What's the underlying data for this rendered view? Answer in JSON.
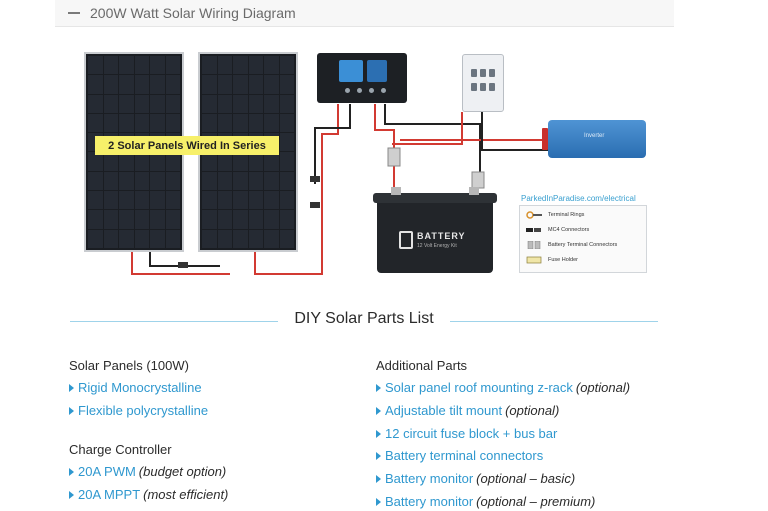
{
  "accordion": {
    "title": "200W Watt Solar Wiring Diagram"
  },
  "diagram": {
    "panel_caption": "2 Solar Panels Wired In Series",
    "battery_label": "BATTERY",
    "battery_sub": "12 Volt Energy Kit",
    "inverter_label": "Inverter",
    "site_url": "ParkedInParadise.com/electrical",
    "legend": [
      {
        "label": "Terminal Rings",
        "icon": "terminal-ring-icon"
      },
      {
        "label": "MC4 Connectors",
        "icon": "mc4-connector-icon"
      },
      {
        "label": "Battery Terminal Connectors",
        "icon": "battery-terminal-icon"
      },
      {
        "label": "Fuse Holder",
        "icon": "fuse-holder-icon"
      }
    ]
  },
  "section": {
    "title": "DIY Solar Parts List"
  },
  "columns": {
    "left": [
      {
        "heading": "Solar Panels (100W)",
        "items": [
          {
            "link": "Rigid Monocrystalline",
            "note": ""
          },
          {
            "link": "Flexible polycrystalline",
            "note": ""
          }
        ]
      },
      {
        "heading": "Charge Controller",
        "items": [
          {
            "link": "20A PWM",
            "note": "(budget option)"
          },
          {
            "link": "20A MPPT",
            "note": "(most efficient)"
          }
        ]
      }
    ],
    "right": {
      "heading": "Additional Parts",
      "items": [
        {
          "link": "Solar panel roof mounting z-rack",
          "note": "(optional)"
        },
        {
          "link": "Adjustable tilt mount",
          "note": "(optional)"
        },
        {
          "link": "12 circuit fuse block + bus bar",
          "note": ""
        },
        {
          "link": "Battery terminal connectors",
          "note": ""
        },
        {
          "link": "Battery monitor",
          "note": "(optional – basic)"
        },
        {
          "link": "Battery monitor",
          "note": "(optional – premium)"
        }
      ]
    }
  },
  "colors": {
    "link": "#2f98cf",
    "rule": "#9fd3ea",
    "caption_bg": "#f7f06a",
    "wire_red": "#d23a32",
    "wire_black": "#222222"
  }
}
